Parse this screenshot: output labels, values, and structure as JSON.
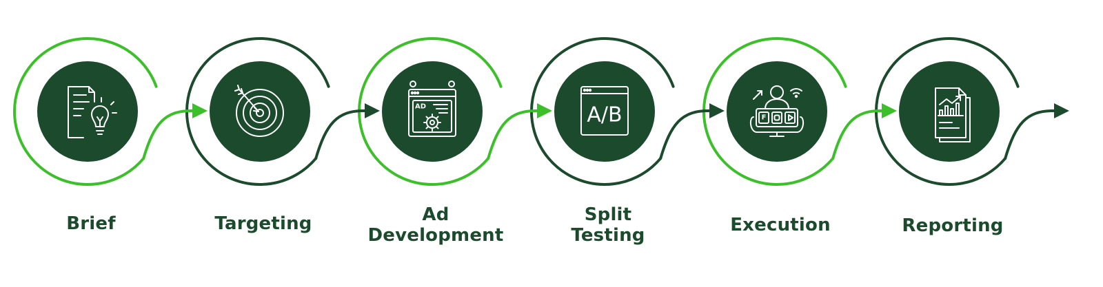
{
  "colors": {
    "dark_green": "#1c4a2c",
    "bright_green": "#3cc02a",
    "background": "#ffffff",
    "icon_stroke": "#ffffff"
  },
  "steps": [
    {
      "label_lines": [
        "Brief"
      ],
      "icon": "brief-idea-icon",
      "ring_color": "bright",
      "arrow_color": "bright"
    },
    {
      "label_lines": [
        "Targeting"
      ],
      "icon": "target-icon",
      "ring_color": "dark",
      "arrow_color": "dark"
    },
    {
      "label_lines": [
        "Ad",
        "Development"
      ],
      "icon": "ad-development-icon",
      "ring_color": "bright",
      "arrow_color": "bright"
    },
    {
      "label_lines": [
        "Split",
        "Testing"
      ],
      "icon": "split-test-icon",
      "ring_color": "dark",
      "arrow_color": "dark"
    },
    {
      "label_lines": [
        "Execution"
      ],
      "icon": "execution-icon",
      "ring_color": "bright",
      "arrow_color": "bright"
    },
    {
      "label_lines": [
        "Reporting"
      ],
      "icon": "reporting-icon",
      "ring_color": "dark",
      "arrow_color": "dark"
    }
  ],
  "icons": {
    "ad_text": "AD",
    "ab_text": "A/B",
    "f_text": "F"
  }
}
